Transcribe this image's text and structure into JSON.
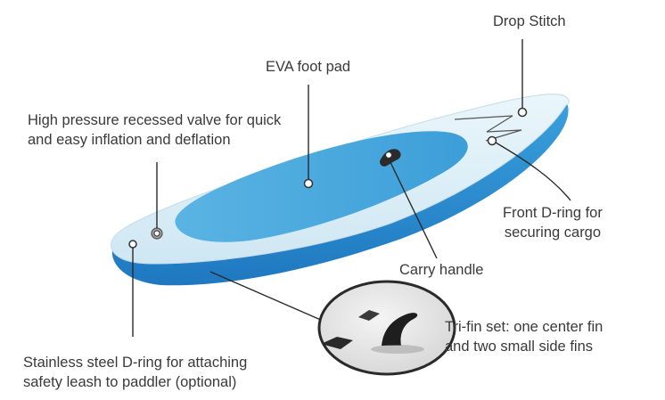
{
  "labels": {
    "drop_stitch": "Drop Stitch",
    "eva_foot_pad": "EVA foot pad",
    "valve": {
      "line1": "High pressure recessed valve for quick",
      "line2": "and easy inflation and deflation"
    },
    "front_d_ring": {
      "line1": "Front D-ring for",
      "line2": "securing cargo"
    },
    "carry_handle": "Carry handle",
    "tri_fin": {
      "line1": "Tri-fin set: one center fin",
      "line2": "and two small side fins"
    },
    "stainless_d_ring": {
      "line1": "Stainless steel D-ring for attaching",
      "line2": "safety leash to paddler (optional)"
    }
  },
  "colors": {
    "board_top": "#dbeef7",
    "board_rail": "#2e8fd2",
    "deck_pad": "#4aa8dd",
    "text": "#3a3a3a",
    "leader_line": "#2a2a2a"
  }
}
